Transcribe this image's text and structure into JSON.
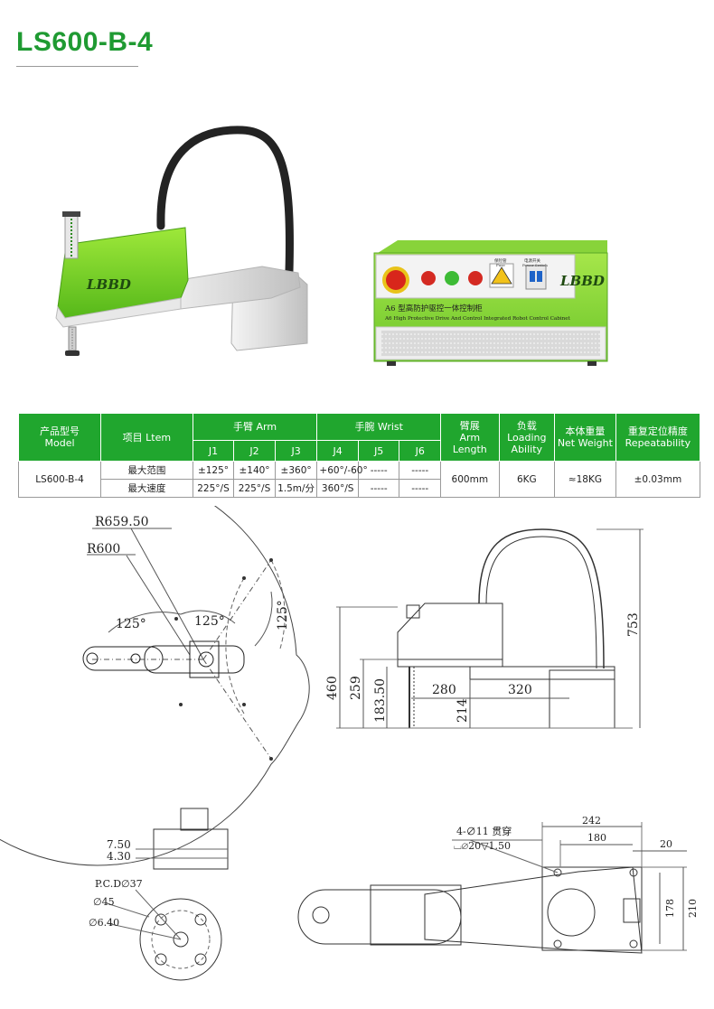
{
  "title": "LS600-B-4",
  "product_photo": {
    "robot_logo": "LBBD",
    "cabinet_logo": "LBBD",
    "cabinet_title_cn": "A6 型高防护驱控一体控制柜",
    "cabinet_title_en": "A6 High Protective Drive And Control Integrated Robot Control Cabinet",
    "fuse_cn": "保险管",
    "fuse_en": "Fuse",
    "switch_cn": "电源开关",
    "switch_en": "Power Switch"
  },
  "spec_table": {
    "headers": {
      "model_cn": "产品型号",
      "model_en": "Model",
      "item": "项目 Ltem",
      "arm": "手臂 Arm",
      "wrist": "手腕 Wrist",
      "joints": [
        "J1",
        "J2",
        "J3",
        "J4",
        "J5",
        "J6"
      ],
      "reach_cn": "臂展",
      "reach_en1": "Arm",
      "reach_en2": "Length",
      "load_cn": "负载",
      "load_en1": "Loading",
      "load_en2": "Ability",
      "weight_cn": "本体重量",
      "weight_en": "Net Weight",
      "repeat_cn": "重复定位精度",
      "repeat_en": "Repeatability"
    },
    "model": "LS600-B-4",
    "rows": [
      {
        "label": "最大范围",
        "values": [
          "±125°",
          "±140°",
          "±360°",
          "+60°/-60°",
          "-----",
          "-----"
        ]
      },
      {
        "label": "最大速度",
        "values": [
          "225°/S",
          "225°/S",
          "1.5m/分",
          "360°/S",
          "-----",
          "-----"
        ]
      }
    ],
    "arm_length": "600mm",
    "load": "6KG",
    "weight": "≈18KG",
    "repeatability": "±0.03mm"
  },
  "drawing": {
    "r_outer": "R659.50",
    "r_inner": "R600",
    "ang1": "125°",
    "ang2": "125°",
    "ang3": "125°",
    "side_753": "753",
    "side_460": "460",
    "side_259": "259",
    "side_18350": "183.50",
    "side_214": "214",
    "side_280": "280",
    "side_320": "320",
    "flange_750": "7.50",
    "flange_430": "4.30",
    "pcd": "P.C.D∅37",
    "d45": "∅45",
    "d640": "∅6.40",
    "holes1": "4-∅11 贯穿",
    "holes2": "⌴∅20▽1.50",
    "top_242": "242",
    "top_180": "180",
    "top_20": "20",
    "top_210": "210",
    "top_178": "178"
  }
}
